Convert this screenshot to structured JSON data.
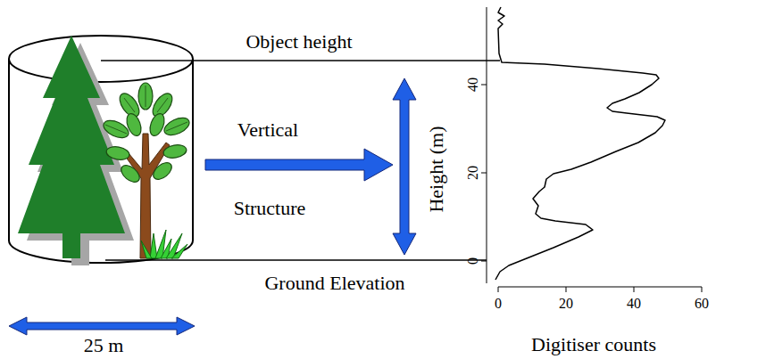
{
  "diagram": {
    "labels": [
      "Object height",
      "Vertical",
      "Structure",
      "Ground Elevation",
      "25 m",
      "Height (m)",
      "0",
      "20",
      "40",
      "0",
      "20",
      "40",
      "60",
      "Digitiser counts"
    ]
  }
}
